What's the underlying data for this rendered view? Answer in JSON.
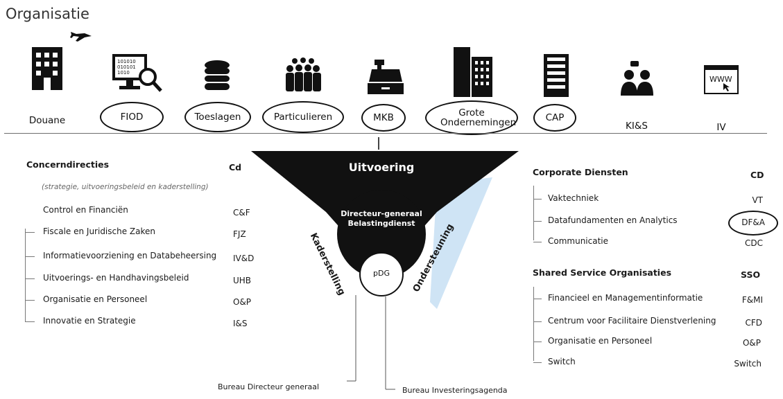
{
  "title": "Organisatie",
  "units": [
    {
      "label": "Douane",
      "icon": "building-icon",
      "circled": false
    },
    {
      "label": "FIOD",
      "icon": "computer-search-icon",
      "circled": true
    },
    {
      "label": "Toeslagen",
      "icon": "coin-stack-icon",
      "circled": true
    },
    {
      "label": "Particulieren",
      "icon": "people-group-icon",
      "circled": true
    },
    {
      "label": "MKB",
      "icon": "cash-register-icon",
      "circled": true
    },
    {
      "label": "Grote Ondernemingen",
      "icon": "office-towers-icon",
      "circled": true
    },
    {
      "label": "CAP",
      "icon": "server-icon",
      "circled": true
    },
    {
      "label": "KI&S",
      "icon": "people-chat-icon",
      "circled": false
    },
    {
      "label": "IV",
      "icon": "browser-www-icon",
      "circled": false
    }
  ],
  "funnel": {
    "top": "Uitvoering",
    "center": "Directeur-generaal Belastingdienst",
    "pdg": "pDG",
    "left_side": "Kaderstelling",
    "right_side": "Ondersteuning",
    "bureau_left": "Bureau Directeur generaal",
    "bureau_right": "Bureau Investeringsagenda"
  },
  "left": {
    "header": "Concerndirecties",
    "header_abbr": "Cd",
    "subtitle": "(strategie, uitvoeringsbeleid en kaderstelling)",
    "items": [
      {
        "label": "Control en Financiën",
        "abbr": "C&F"
      },
      {
        "label": "Fiscale en Juridische Zaken",
        "abbr": "FJZ"
      },
      {
        "label": "Informatievoorziening en Databeheersing",
        "abbr": "IV&D"
      },
      {
        "label": "Uitvoerings- en Handhavingsbeleid",
        "abbr": "UHB"
      },
      {
        "label": "Organisatie en Personeel",
        "abbr": "O&P"
      },
      {
        "label": "Innovatie en Strategie",
        "abbr": "I&S"
      }
    ]
  },
  "right_cd": {
    "header": "Corporate Diensten",
    "header_abbr": "CD",
    "items": [
      {
        "label": "Vaktechniek",
        "abbr": "VT"
      },
      {
        "label": "Datafundamenten en Analytics",
        "abbr": "DF&A"
      },
      {
        "label": "Communicatie",
        "abbr": "CDC"
      }
    ]
  },
  "right_sso": {
    "header": "Shared Service Organisaties",
    "header_abbr": "SSO",
    "items": [
      {
        "label": "Financieel en Managementinformatie",
        "abbr": "F&MI"
      },
      {
        "label": "Centrum voor Facilitaire Dienstverlening",
        "abbr": "CFD"
      },
      {
        "label": "Organisatie en Personeel",
        "abbr": "O&P"
      },
      {
        "label": "Switch",
        "abbr": "Switch"
      }
    ]
  }
}
